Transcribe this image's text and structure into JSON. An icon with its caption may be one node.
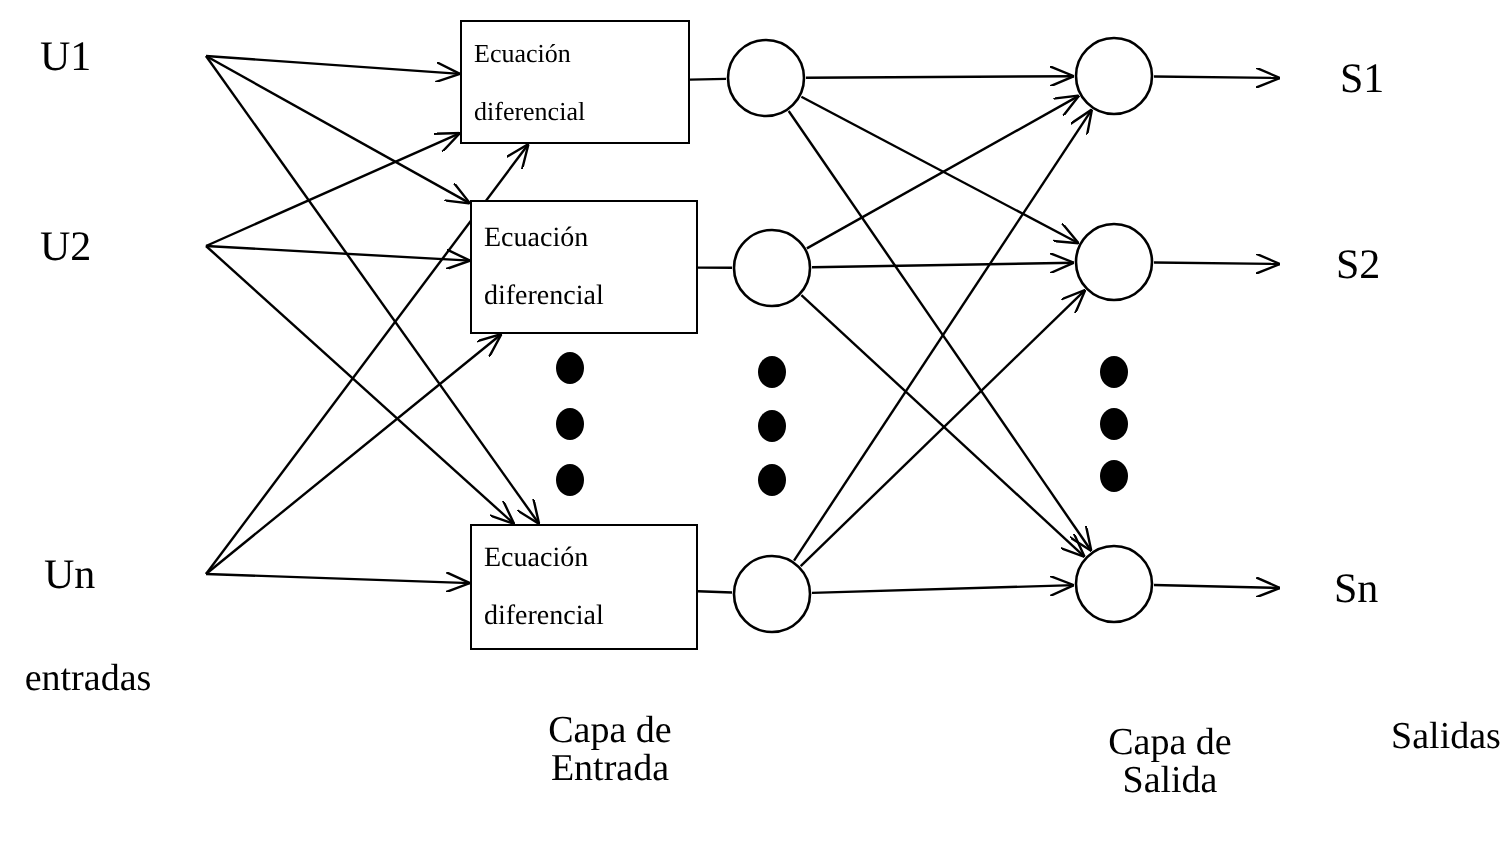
{
  "diagram": {
    "nodes": [
      {
        "text": [
          "U1"
        ]
      },
      {
        "text": [
          "U2"
        ]
      },
      {
        "text": [
          "Un"
        ]
      },
      {
        "text": [
          "Ecuación diferencial"
        ]
      },
      {
        "text": [
          "Ecuación diferencial"
        ]
      },
      {
        "text": [
          "Ecuación diferencial"
        ]
      },
      {
        "text": [],
        "shape": "circle"
      },
      {
        "text": [],
        "shape": "circle"
      },
      {
        "text": [],
        "shape": "circle"
      },
      {
        "text": [],
        "shape": "circle"
      },
      {
        "text": [],
        "shape": "circle"
      },
      {
        "text": [],
        "shape": "circle"
      },
      {
        "text": [
          "S1"
        ]
      },
      {
        "text": [
          "S2"
        ]
      },
      {
        "text": [
          "Sn"
        ]
      }
    ],
    "edges": [
      {
        "from": 0,
        "to": 3,
        "arrow": "to"
      },
      {
        "from": 0,
        "to": 4,
        "arrow": "to"
      },
      {
        "from": 0,
        "to": 5,
        "arrow": "to"
      },
      {
        "from": 1,
        "to": 3,
        "arrow": "to"
      },
      {
        "from": 1,
        "to": 4,
        "arrow": "to"
      },
      {
        "from": 1,
        "to": 5,
        "arrow": "to"
      },
      {
        "from": 2,
        "to": 3,
        "arrow": "to"
      },
      {
        "from": 2,
        "to": 4,
        "arrow": "to"
      },
      {
        "from": 2,
        "to": 5,
        "arrow": "to"
      },
      {
        "from": 3,
        "to": 6,
        "arrow": "none"
      },
      {
        "from": 4,
        "to": 7,
        "arrow": "none"
      },
      {
        "from": 5,
        "to": 8,
        "arrow": "none"
      },
      {
        "from": 6,
        "to": 9,
        "arrow": "to"
      },
      {
        "from": 6,
        "to": 10,
        "arrow": "to"
      },
      {
        "from": 6,
        "to": 11,
        "arrow": "to"
      },
      {
        "from": 7,
        "to": 9,
        "arrow": "to"
      },
      {
        "from": 7,
        "to": 10,
        "arrow": "to"
      },
      {
        "from": 7,
        "to": 11,
        "arrow": "to"
      },
      {
        "from": 8,
        "to": 9,
        "arrow": "to"
      },
      {
        "from": 8,
        "to": 10,
        "arrow": "to"
      },
      {
        "from": 8,
        "to": 11,
        "arrow": "to"
      },
      {
        "from": 9,
        "to": 12,
        "arrow": "to"
      },
      {
        "from": 10,
        "to": 13,
        "arrow": "to"
      },
      {
        "from": 11,
        "to": 14,
        "arrow": "to"
      }
    ],
    "labels": [
      "entradas",
      "Capa de Entrada",
      "Capa de Salida",
      "Salidas"
    ]
  }
}
